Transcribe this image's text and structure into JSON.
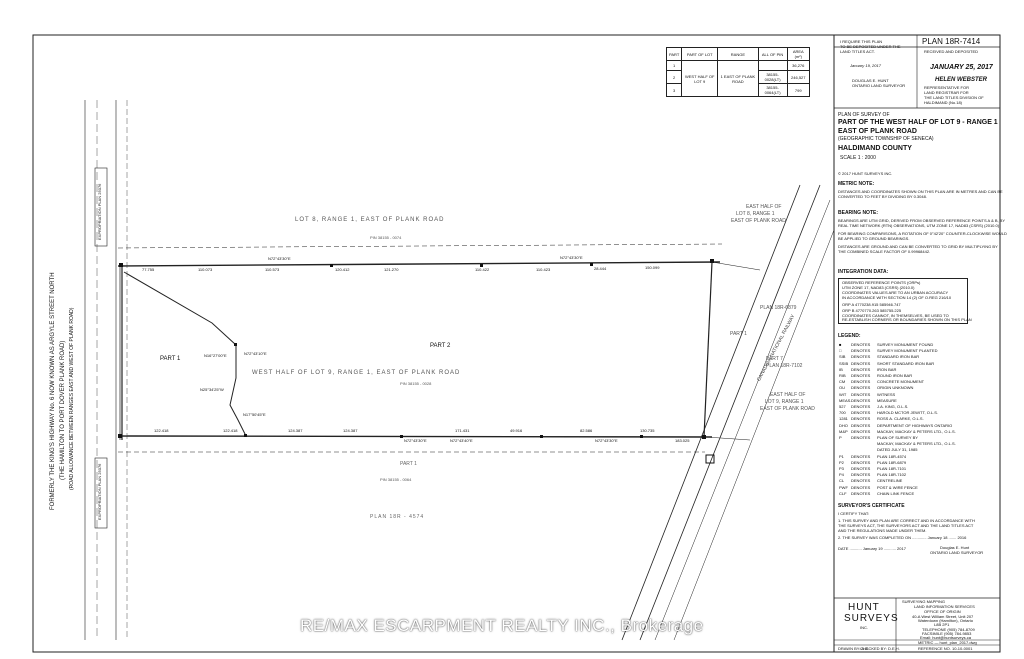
{
  "plan_number": "PLAN 18R-7414",
  "received_deposited": "RECEIVED AND DEPOSITED",
  "date_deposited": "JANUARY 25, 2017",
  "land_registrar": "HELEN WEBSTER",
  "registrar_note": [
    "REPRESENTATIVE FOR",
    "LAND REGISTRAR FOR",
    "THE LAND TITLES DIVISION OF",
    "HALDIMAND (No.18)"
  ],
  "require_deposit": [
    "I REQUIRE THIS PLAN",
    "TO BE DEPOSITED UNDER THE",
    "LAND TITLES ACT."
  ],
  "surveyor_sign_date": "January 19, 2017",
  "surveyor_name_line": "DOUGLAS E. HUNT",
  "surveyor_title_line": "ONTARIO LAND SURVEYOR",
  "parts_table": {
    "headers": [
      "PART",
      "PART OF LOT",
      "RANGE",
      "ALL OF PIN",
      "AREA (m²)"
    ],
    "rows": [
      [
        "1",
        "",
        "",
        "",
        "36,276"
      ],
      [
        "2",
        "WEST HALF OF LOT 9",
        "1 EAST OF PLANK ROAD",
        "38155-0028(LT)",
        "246,527"
      ],
      [
        "3",
        "",
        "",
        "38155-0064(LT)",
        "799"
      ]
    ]
  },
  "title_block": {
    "plan_of_survey_of": "PLAN OF SURVEY OF",
    "line1": "PART OF THE WEST HALF OF LOT 9 - RANGE 1",
    "line2": "EAST OF PLANK ROAD",
    "line3": "(GEOGRAPHIC TOWNSHIP OF SENECA)",
    "line4": "HALDIMAND COUNTY",
    "scale": "SCALE  1 : 2000",
    "copyright": "© 2017    HUNT SURVEYS INC."
  },
  "metric_note": {
    "heading": "METRIC NOTE:",
    "body": [
      "DISTANCES AND COORDINATES SHOWN ON THIS PLAN ARE IN METRES AND CAN BE",
      "CONVERTED TO FEET BY DIVIDING BY 0.3048."
    ]
  },
  "bearing_note": {
    "heading": "BEARING NOTE:",
    "body": [
      "BEARINGS ARE UTM GRID, DERIVED FROM OBSERVED REFERENCE POINTS A & B, BY",
      "REAL TIME NETWORK (RTN) OBSERVATIONS, UTM ZONE 17, NAD83 (CSRS) (2010.0).",
      "FOR BEARING COMPARISONS, A ROTATION OF 0°42'20\" COUNTER-CLOCKWISE WOULD",
      "BE APPLIED TO GROUND BEARINGS.",
      "DISTANCES ARE GROUND AND CAN BE CONVERTED TO GRID BY MULTIPLYING BY",
      "THE COMBINED SCALE FACTOR OF 0.99968442."
    ]
  },
  "integration": {
    "heading": "INTEGRATION DATA:",
    "rows": [
      "OBSERVED REFERENCE POINTS (ORPs)",
      "UTM ZONE 17, NAD83 (CSRS) (2010.0)",
      "COORDINATES VALUES ARE TO AN URBAN ACCURACY",
      "IN ACCORDANCE WITH SECTION 14 (2) OF O.REG 216/10",
      "ORP A    4770238.915    585946.747",
      "ORP B    4770770.263    585755.225",
      "COORDINATES CANNOT, IN THEMSELVES, BE USED TO",
      "RE-ESTABLISH CORNERS OR BOUNDARIES SHOWN ON THIS PLAN"
    ]
  },
  "legend": {
    "heading": "LEGEND:",
    "items": [
      [
        "■",
        "DENOTES",
        "SURVEY MONUMENT FOUND"
      ],
      [
        "□",
        "DENOTES",
        "SURVEY MONUMENT PLANTED"
      ],
      [
        "SIB",
        "DENOTES",
        "STANDARD IRON BAR"
      ],
      [
        "SSIB",
        "DENOTES",
        "SHORT STANDARD IRON BAR"
      ],
      [
        "IB",
        "DENOTES",
        "IRON BAR"
      ],
      [
        "RIB",
        "DENOTES",
        "ROUND IRON BAR"
      ],
      [
        "CM",
        "DENOTES",
        "CONCRETE MONUMENT"
      ],
      [
        "OU",
        "DENOTES",
        "ORIGIN UNKNOWN"
      ],
      [
        "WIT",
        "DENOTES",
        "WITNESS"
      ],
      [
        "MEAS.",
        "DENOTES",
        "MEASURE"
      ],
      [
        "527",
        "DENOTES",
        "J.A. KING, O.L.S."
      ],
      [
        "700",
        "DENOTES",
        "HAROLD MCTOR JEWITT, O.L.S."
      ],
      [
        "1281",
        "DENOTES",
        "ROSS A. CLARKE, O.L.S."
      ],
      [
        "DHO",
        "DENOTES",
        "DEPARTMENT OF HIGHWAYS ONTARIO"
      ],
      [
        "M&P",
        "DENOTES",
        "MACKAY, MACKAY & PETERS LTD., O.L.S."
      ],
      [
        "P",
        "DENOTES",
        "PLAN OF SURVEY BY"
      ],
      [
        "",
        "",
        "MACKAY, MACKAY & PETERS LTD., O.L.S."
      ],
      [
        "",
        "",
        "DATED JULY 31, 1985"
      ],
      [
        "P1",
        "DENOTES",
        "PLAN 18R-4574"
      ],
      [
        "P2",
        "DENOTES",
        "PLAN 18R-6879"
      ],
      [
        "P3",
        "DENOTES",
        "PLAN 18R-7101"
      ],
      [
        "P4",
        "DENOTES",
        "PLAN 18R-7102"
      ],
      [
        "CL",
        "DENOTES",
        "CENTRELINE"
      ],
      [
        "PWF",
        "DENOTES",
        "POST & WIRE FENCE"
      ],
      [
        "CLF",
        "DENOTES",
        "CHAIN LINK FENCE"
      ]
    ]
  },
  "certificate": {
    "heading": "SURVEYOR'S CERTIFICATE",
    "sub": "I CERTIFY THAT:",
    "lines": [
      "1.   THIS SURVEY AND PLAN ARE CORRECT AND IN ACCORDANCE WITH",
      "      THE SURVEYS ACT, THE SURVEYORS ACT AND THE LAND TITLES ACT",
      "      AND THE REGULATIONS MADE UNDER THEM.",
      "2.   THE SURVEY WAS COMPLETED ON ............. January 18 ....... 2016"
    ],
    "date_line": "DATE ........... January 19 ........... 2017",
    "signer": "Douglas E. Hunt",
    "signer_title": "ONTARIO LAND SURVEYOR"
  },
  "footer": {
    "firm": "HUNT",
    "firm2": "SURVEYS",
    "firm3": "INC.",
    "services": "SURVEYING            MAPPING",
    "services2": "LAND INFORMATION SERVICES",
    "office": "OFFICE OF ORIGIN",
    "addr": [
      "40-A West William Street, Unit 207",
      "Waterdown (Hamilton), Ontario",
      "L8B 2P1",
      "TELEPHONE (905) 784-8709",
      "FACSIMILE (905) 784-9853",
      "Email: hunt@huntsurveys.ca"
    ],
    "drawn": "DRAWN BY: A.G.",
    "checked": "CHECKED BY: D.E.H.",
    "metric": "METRIC — hunt_plan_2017.dwg",
    "reference": "REFERENCE NO. 10-10-0001"
  },
  "map": {
    "road_left_vertical": "FORMERLY THE KING'S HIGHWAY No. 6 NOW KNOWN AS ARGYLE STREET NORTH",
    "road_left_sub": "(THE HAMILTON TO PORT DOVER PLANK ROAD)",
    "road_left_sub2": "(ROAD ALLOWANCE BETWEEN RANGES EAST AND WEST OF PLANK ROAD)",
    "expropriation_top": "EXPROPRIATION PLAN 25076",
    "expropriation_bottom": "EXPROPRIATION PLAN 25076",
    "lot8": "LOT  8,  RANGE  1,  EAST  OF  PLANK  ROAD",
    "west_half_lot9": "WEST  HALF  OF  LOT  9,  RANGE  1,  EAST  OF  PLANK  ROAD",
    "east_half_lot8": [
      "EAST HALF OF",
      "LOT 8, RANGE 1",
      "EAST OF PLANK ROAD"
    ],
    "east_half_lot9": [
      "EAST HALF OF",
      "LOT 9, RANGE 1",
      "EAST OF PLANK ROAD"
    ],
    "part1": "PART 1",
    "part2": "PART 2",
    "part1_bottom": "PART 1",
    "plan_6879": "PLAN 18R-6879",
    "plan_7102": "PLAN 18R-7102",
    "plan_4574": "PLAN  18R  -  4574",
    "part7": "PART 7",
    "part1_plan_7102": "PART 1",
    "railway": "CANADIAN NATIONAL RAILWAY",
    "pin_top": "PIN 38155 - 0074",
    "pin_mid": "PIN 38155 - 0028",
    "pin_bottom": "PIN 38155 - 0064",
    "dims_top": [
      "77.755",
      "110.073",
      "110.573",
      "120.412",
      "121.270",
      "110.422",
      "110.423",
      "28.444",
      "150.099"
    ],
    "dims_bottom": [
      "122.418",
      "122.418",
      "124.387",
      "124.387",
      "171.431",
      "49.916",
      "82.586",
      "130.735",
      "183.025"
    ],
    "bearings_top": [
      "N72°43'30\"E",
      "N72°43'30\"E"
    ],
    "bearings_bottom": [
      "N72°43'30\"E",
      "N72°43'40\"E",
      "N72°43'30\"E"
    ],
    "bearing_west": [
      "N25°34'25\"W",
      "N17°50'45\"E"
    ],
    "bearing_int": [
      "N16°27'00\"E",
      "N72°43'10\"E"
    ]
  }
}
